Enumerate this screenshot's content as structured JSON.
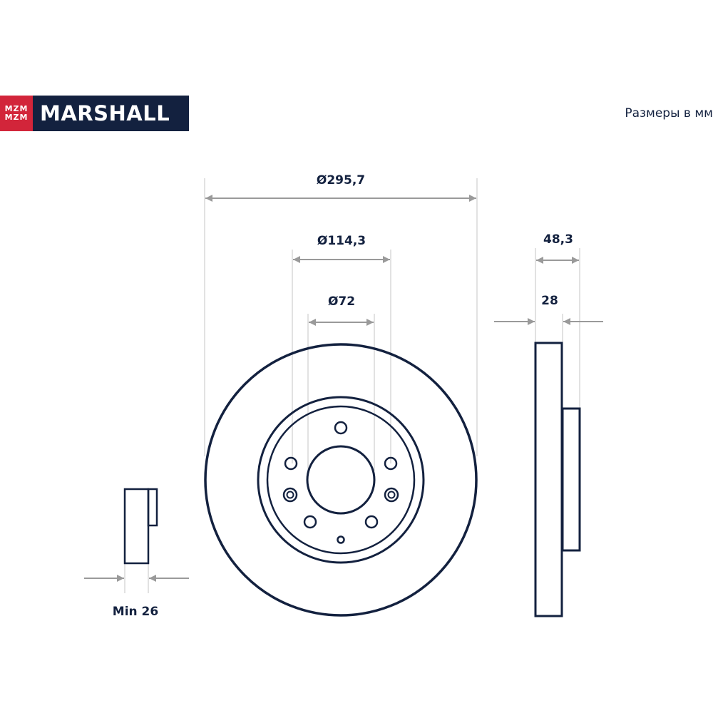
{
  "brand": {
    "name": "MARSHALL",
    "mark_lines": [
      "MZM",
      "MZM"
    ],
    "colors": {
      "panel": "#13213f",
      "mark": "#d2253a"
    }
  },
  "units_note": "Размеры в мм",
  "dimensions": {
    "outer_diameter": "Ø295,7",
    "bolt_circle": "Ø114,3",
    "center_bore": "Ø72",
    "overall_height": "48,3",
    "disc_thickness": "28",
    "min_thickness": "Min 26"
  },
  "colors": {
    "line": "#13213f",
    "arrow": "#9a9a9a",
    "extension": "#c4c4c4"
  }
}
